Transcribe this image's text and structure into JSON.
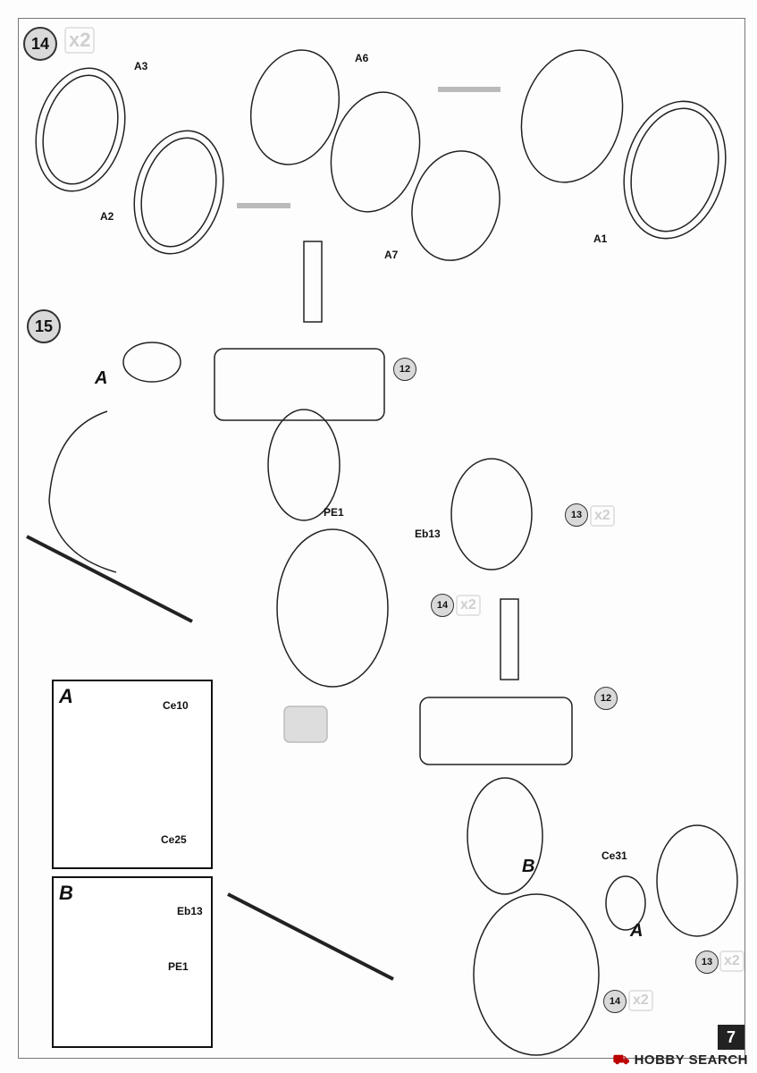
{
  "steps": {
    "step14": {
      "number": "14",
      "multiplier": "x2"
    },
    "step15": {
      "number": "15"
    }
  },
  "parts": {
    "a3": "A3",
    "a2": "A2",
    "a6": "A6",
    "a7": "A7",
    "a1": "A1",
    "pe1": "PE1",
    "eb13": "Eb13",
    "ce10": "Ce10",
    "ce25": "Ce25",
    "ce31": "Ce31"
  },
  "refs": {
    "r12": "12",
    "r13": "13",
    "r14": "14",
    "x2": "x2"
  },
  "subassembly": {
    "a": "A",
    "b": "B"
  },
  "page_number": "7",
  "footer": {
    "logo": "HOBBY SEARCH"
  }
}
